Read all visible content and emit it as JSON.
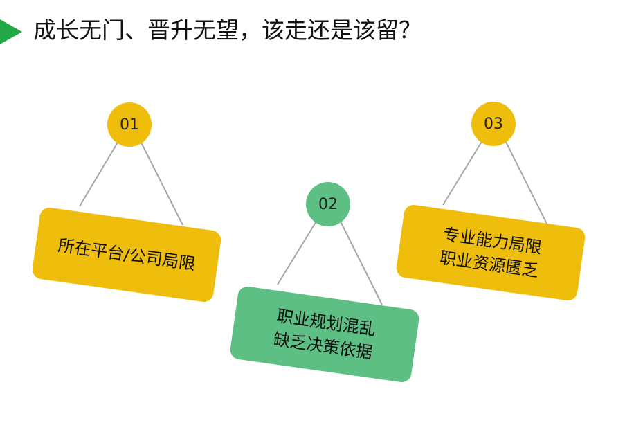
{
  "title": "成长无门、晋升无望，该走还是该留？",
  "colors": {
    "accent_arrow": "#22a846",
    "yellow": "#efbe0c",
    "green": "#5dbf84",
    "string": "#a6a6a6"
  },
  "items": [
    {
      "number": "01",
      "lines": [
        "所在平台/公司局限"
      ],
      "color": "yellow"
    },
    {
      "number": "02",
      "lines": [
        "职业规划混乱",
        "缺乏决策依据"
      ],
      "color": "green"
    },
    {
      "number": "03",
      "lines": [
        "专业能力局限",
        "职业资源匮乏"
      ],
      "color": "yellow"
    }
  ]
}
